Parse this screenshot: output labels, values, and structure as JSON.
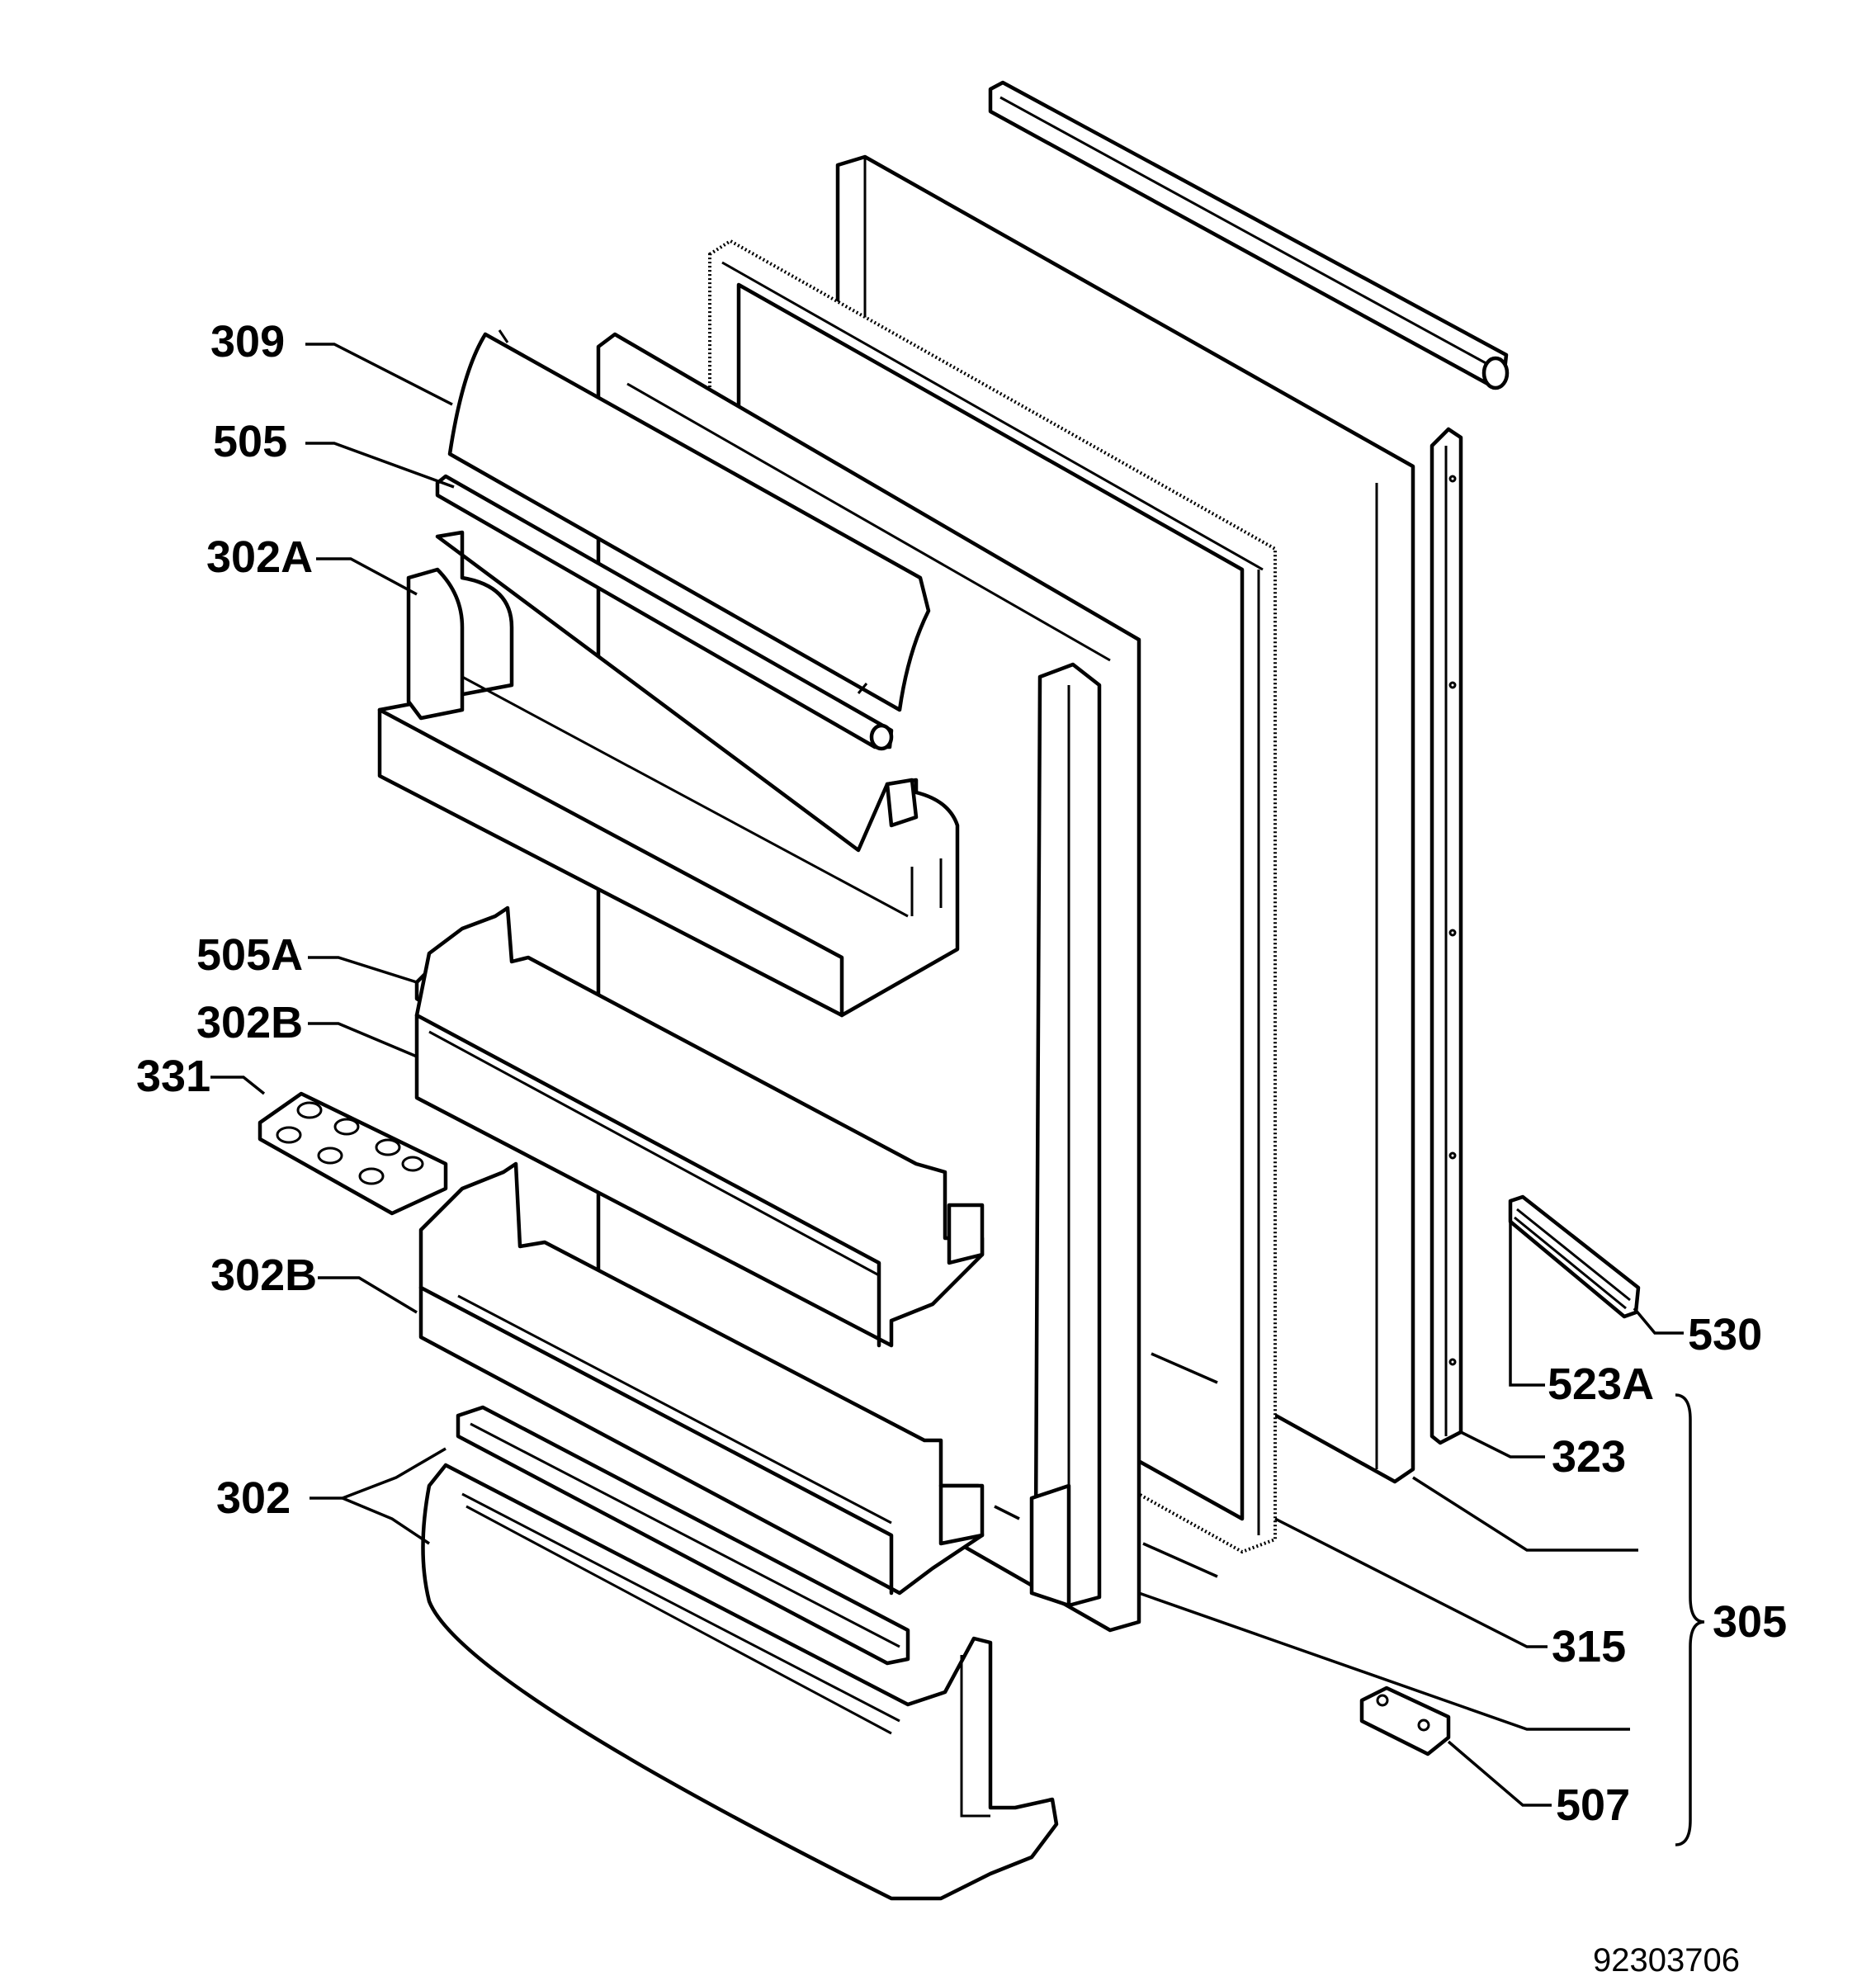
{
  "labels": {
    "p309": "309",
    "p505": "505",
    "p302A": "302A",
    "p505A": "505A",
    "p302B_1": "302B",
    "p331": "331",
    "p302B_2": "302B",
    "p302": "302",
    "p530": "530",
    "p523A": "523A",
    "p323": "323",
    "p305": "305",
    "p315": "315",
    "p507": "507"
  },
  "document_number": "92303706"
}
